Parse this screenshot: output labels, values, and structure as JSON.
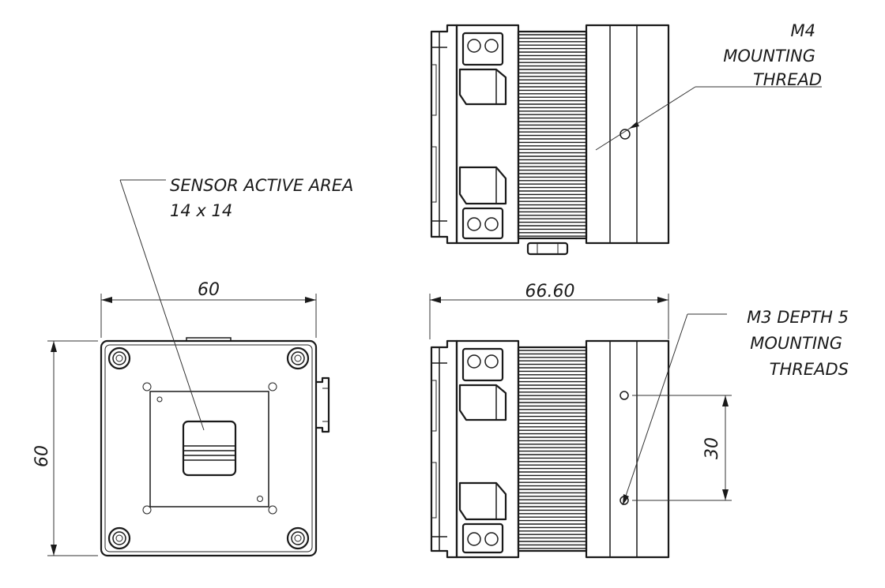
{
  "dimensions": {
    "front_width": "60",
    "front_height": "60",
    "side_length": "66.60",
    "hole_spacing": "30"
  },
  "callouts": {
    "sensor_line1": "SENSOR ACTIVE AREA",
    "sensor_line2": "14 x 14",
    "m4_line1": "M4",
    "m4_line2": "MOUNTING",
    "m4_line3": "THREAD",
    "m3_line1": "M3 DEPTH 5",
    "m3_line2": "MOUNTING",
    "m3_line3": "THREADS"
  },
  "colors": {
    "line": "#1a1a1a",
    "background": "#ffffff"
  }
}
